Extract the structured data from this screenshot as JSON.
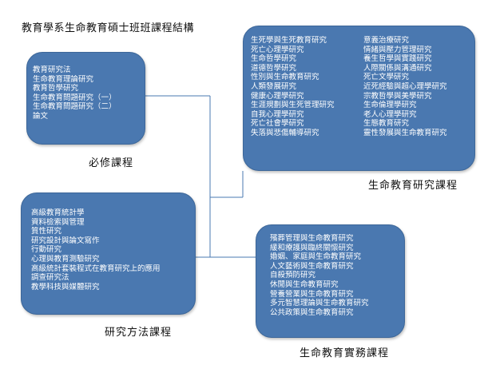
{
  "title": "教育學系生命教育碩士班班課程結構",
  "required": {
    "label": "必修課程",
    "items": [
      "教育研究法",
      "生命教育理論研究",
      "教育哲學研究",
      "生命教育問題研究（一）",
      "生命教育問題研究（二）",
      "論文"
    ]
  },
  "research": {
    "label": "生命教育研究課程",
    "col1": [
      "生死學與生死教育研究",
      "死亡心理學研究",
      "生命哲學研究",
      "道德哲學研究",
      "性別與生命教育研究",
      "人類發展研究",
      "健康心理學研究",
      "生涯規劃與生死管理研究",
      "自我心理學研究",
      "死亡社會學研究",
      "失落與悲傷輔導研究"
    ],
    "col2": [
      "意義治療研究",
      "情緒與壓力管理研究",
      "養生哲學與實踐研究",
      "人際關係與溝通研究",
      "死亡文學研究",
      "近死經驗與超心理學研究",
      "宗教哲學與美學研究",
      "生命倫理學研究",
      "老人心理學研究",
      "生態教育研究",
      "靈性發展與生命教育研究"
    ]
  },
  "methods": {
    "label": "研究方法課程",
    "items": [
      "高級教育統計學",
      "資料檢索與管理",
      "質性研究",
      "研究設計與論文寫作",
      "行動研究",
      "心理與教育測驗研究",
      "高級統計套裝程式在教育研究上的應用",
      "調查研究法",
      "教學科技與媒體研究"
    ]
  },
  "practice": {
    "label": "生命教育實務課程",
    "items": [
      "殯葬管理與生命教育研究",
      "緩和療護與臨終關懷研究",
      "婚姻、家庭與生命教育研究",
      "人文藝術與生命教育研究",
      "自殺預防研究",
      "休閒與生命教育研究",
      "營養營業與生命教育研究",
      "多元智慧理論與生命教育研究",
      "公共政策與生命教育研究"
    ]
  }
}
